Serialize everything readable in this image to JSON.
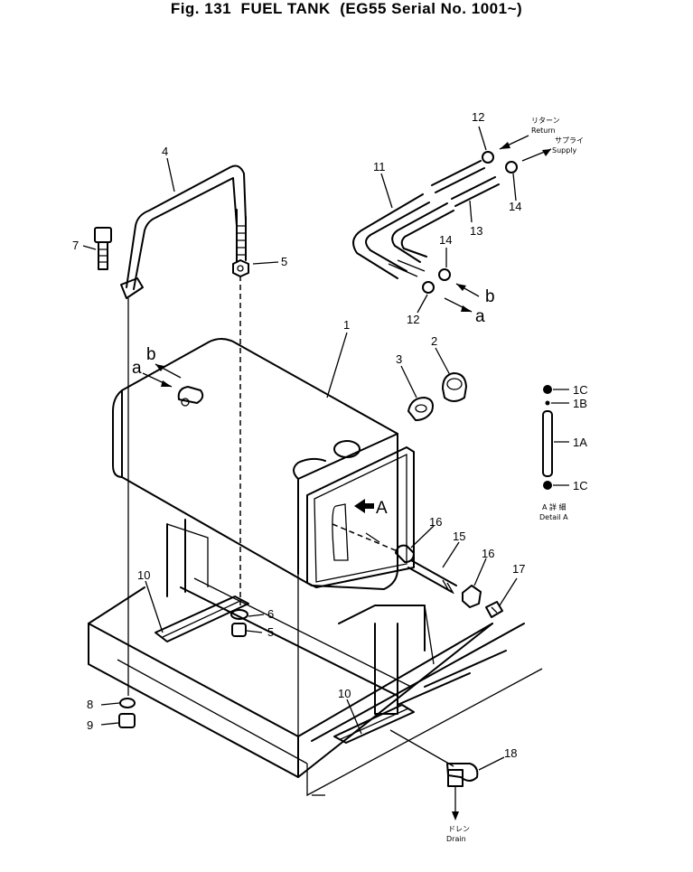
{
  "title": "Fig. 131  FUEL TANK  (EG55 Serial No. 1001~)",
  "callouts": {
    "c1": "1",
    "c2": "2",
    "c3": "3",
    "c4": "4",
    "c5a": "5",
    "c5b": "5",
    "c6": "6",
    "c7": "7",
    "c8": "8",
    "c9": "9",
    "c10a": "10",
    "c10b": "10",
    "c11": "11",
    "c12a": "12",
    "c12b": "12",
    "c13": "13",
    "c14a": "14",
    "c14b": "14",
    "c15": "15",
    "c16a": "16",
    "c16b": "16",
    "c17": "17",
    "c18": "18"
  },
  "flow": {
    "return_jp": "リターン",
    "return_en": "Return",
    "supply_jp": "サプライ",
    "supply_en": "Supply",
    "drain_jp": "ドレン",
    "drain_en": "Drain"
  },
  "detail": {
    "a_big": "A",
    "p1C_top": "1C",
    "p1B": "1B",
    "p1A": "1A",
    "p1C_bot": "1C",
    "caption_jp": "A 詳 細",
    "caption_en": "Detail A"
  },
  "connectors": {
    "a_top": "a",
    "b_top": "b",
    "a_side": "a",
    "b_side": "b"
  }
}
